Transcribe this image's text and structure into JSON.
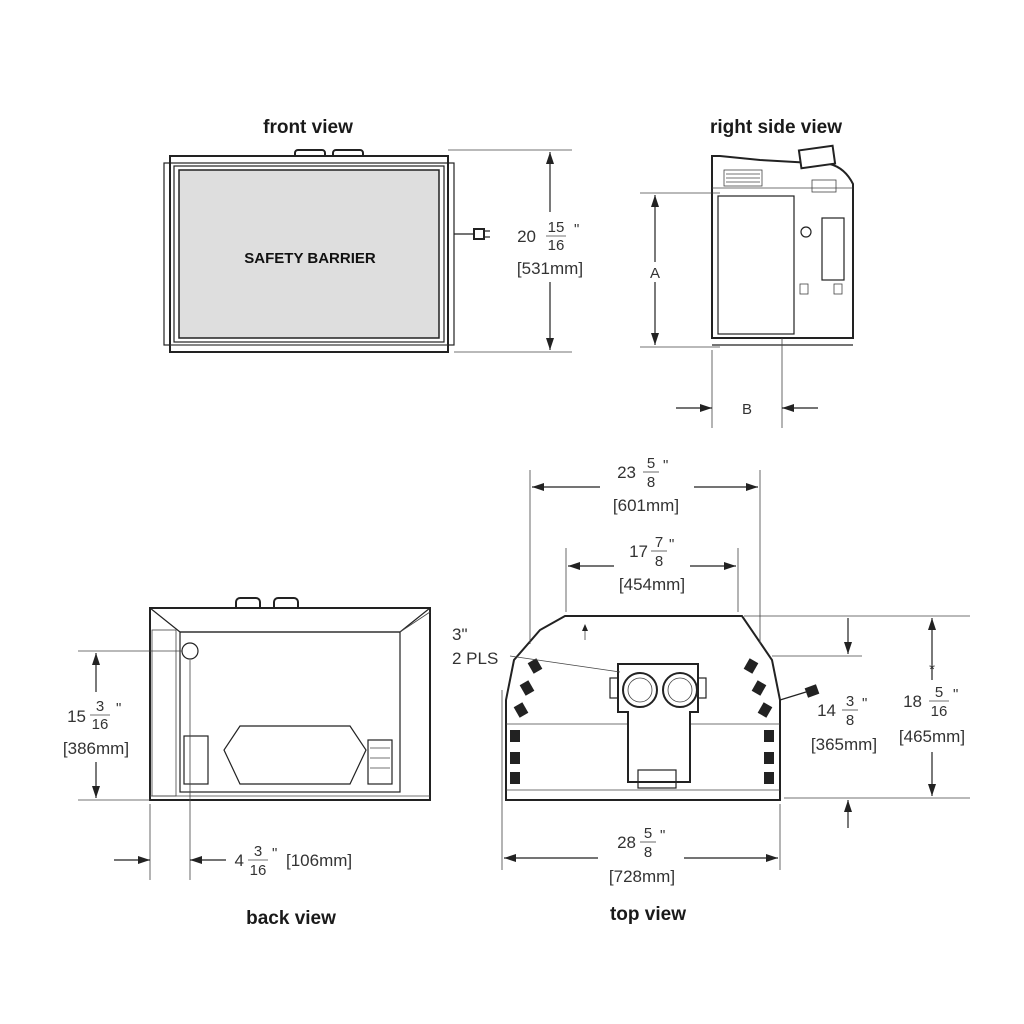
{
  "views": {
    "front": {
      "title": "front view",
      "barrier_label": "SAFETY BARRIER",
      "height_whole": "20",
      "height_num": "15",
      "height_den": "16",
      "height_inch": "\"",
      "height_mm": "[531mm]"
    },
    "right_side": {
      "title": "right side view",
      "label_a": "A",
      "label_b": "B"
    },
    "back": {
      "title": "back view",
      "height_whole": "15",
      "height_num": "3",
      "height_den": "16",
      "height_inch": "\"",
      "height_mm": "[386mm]",
      "offset_whole": "4",
      "offset_num": "3",
      "offset_den": "16",
      "offset_inch": "\"",
      "offset_mm": "[106mm]"
    },
    "top": {
      "title": "top view",
      "overall_whole": "23",
      "overall_num": "5",
      "overall_den": "8",
      "overall_inch": "\"",
      "overall_mm": "[601mm]",
      "inner_whole": "17",
      "inner_num": "7",
      "inner_den": "8",
      "inner_inch": "\"",
      "inner_mm": "[454mm]",
      "bottom_whole": "28",
      "bottom_num": "5",
      "bottom_den": "8",
      "bottom_inch": "\"",
      "bottom_mm": "[728mm]",
      "depth_whole": "14",
      "depth_num": "3",
      "depth_den": "8",
      "depth_inch": "\"",
      "depth_mm": "[365mm]",
      "total_whole": "18",
      "total_num": "5",
      "total_den": "16",
      "total_inch": "\"",
      "total_mm": "[465mm]",
      "star": "*",
      "clearance": "3\"",
      "pls": "2 PLS"
    }
  }
}
